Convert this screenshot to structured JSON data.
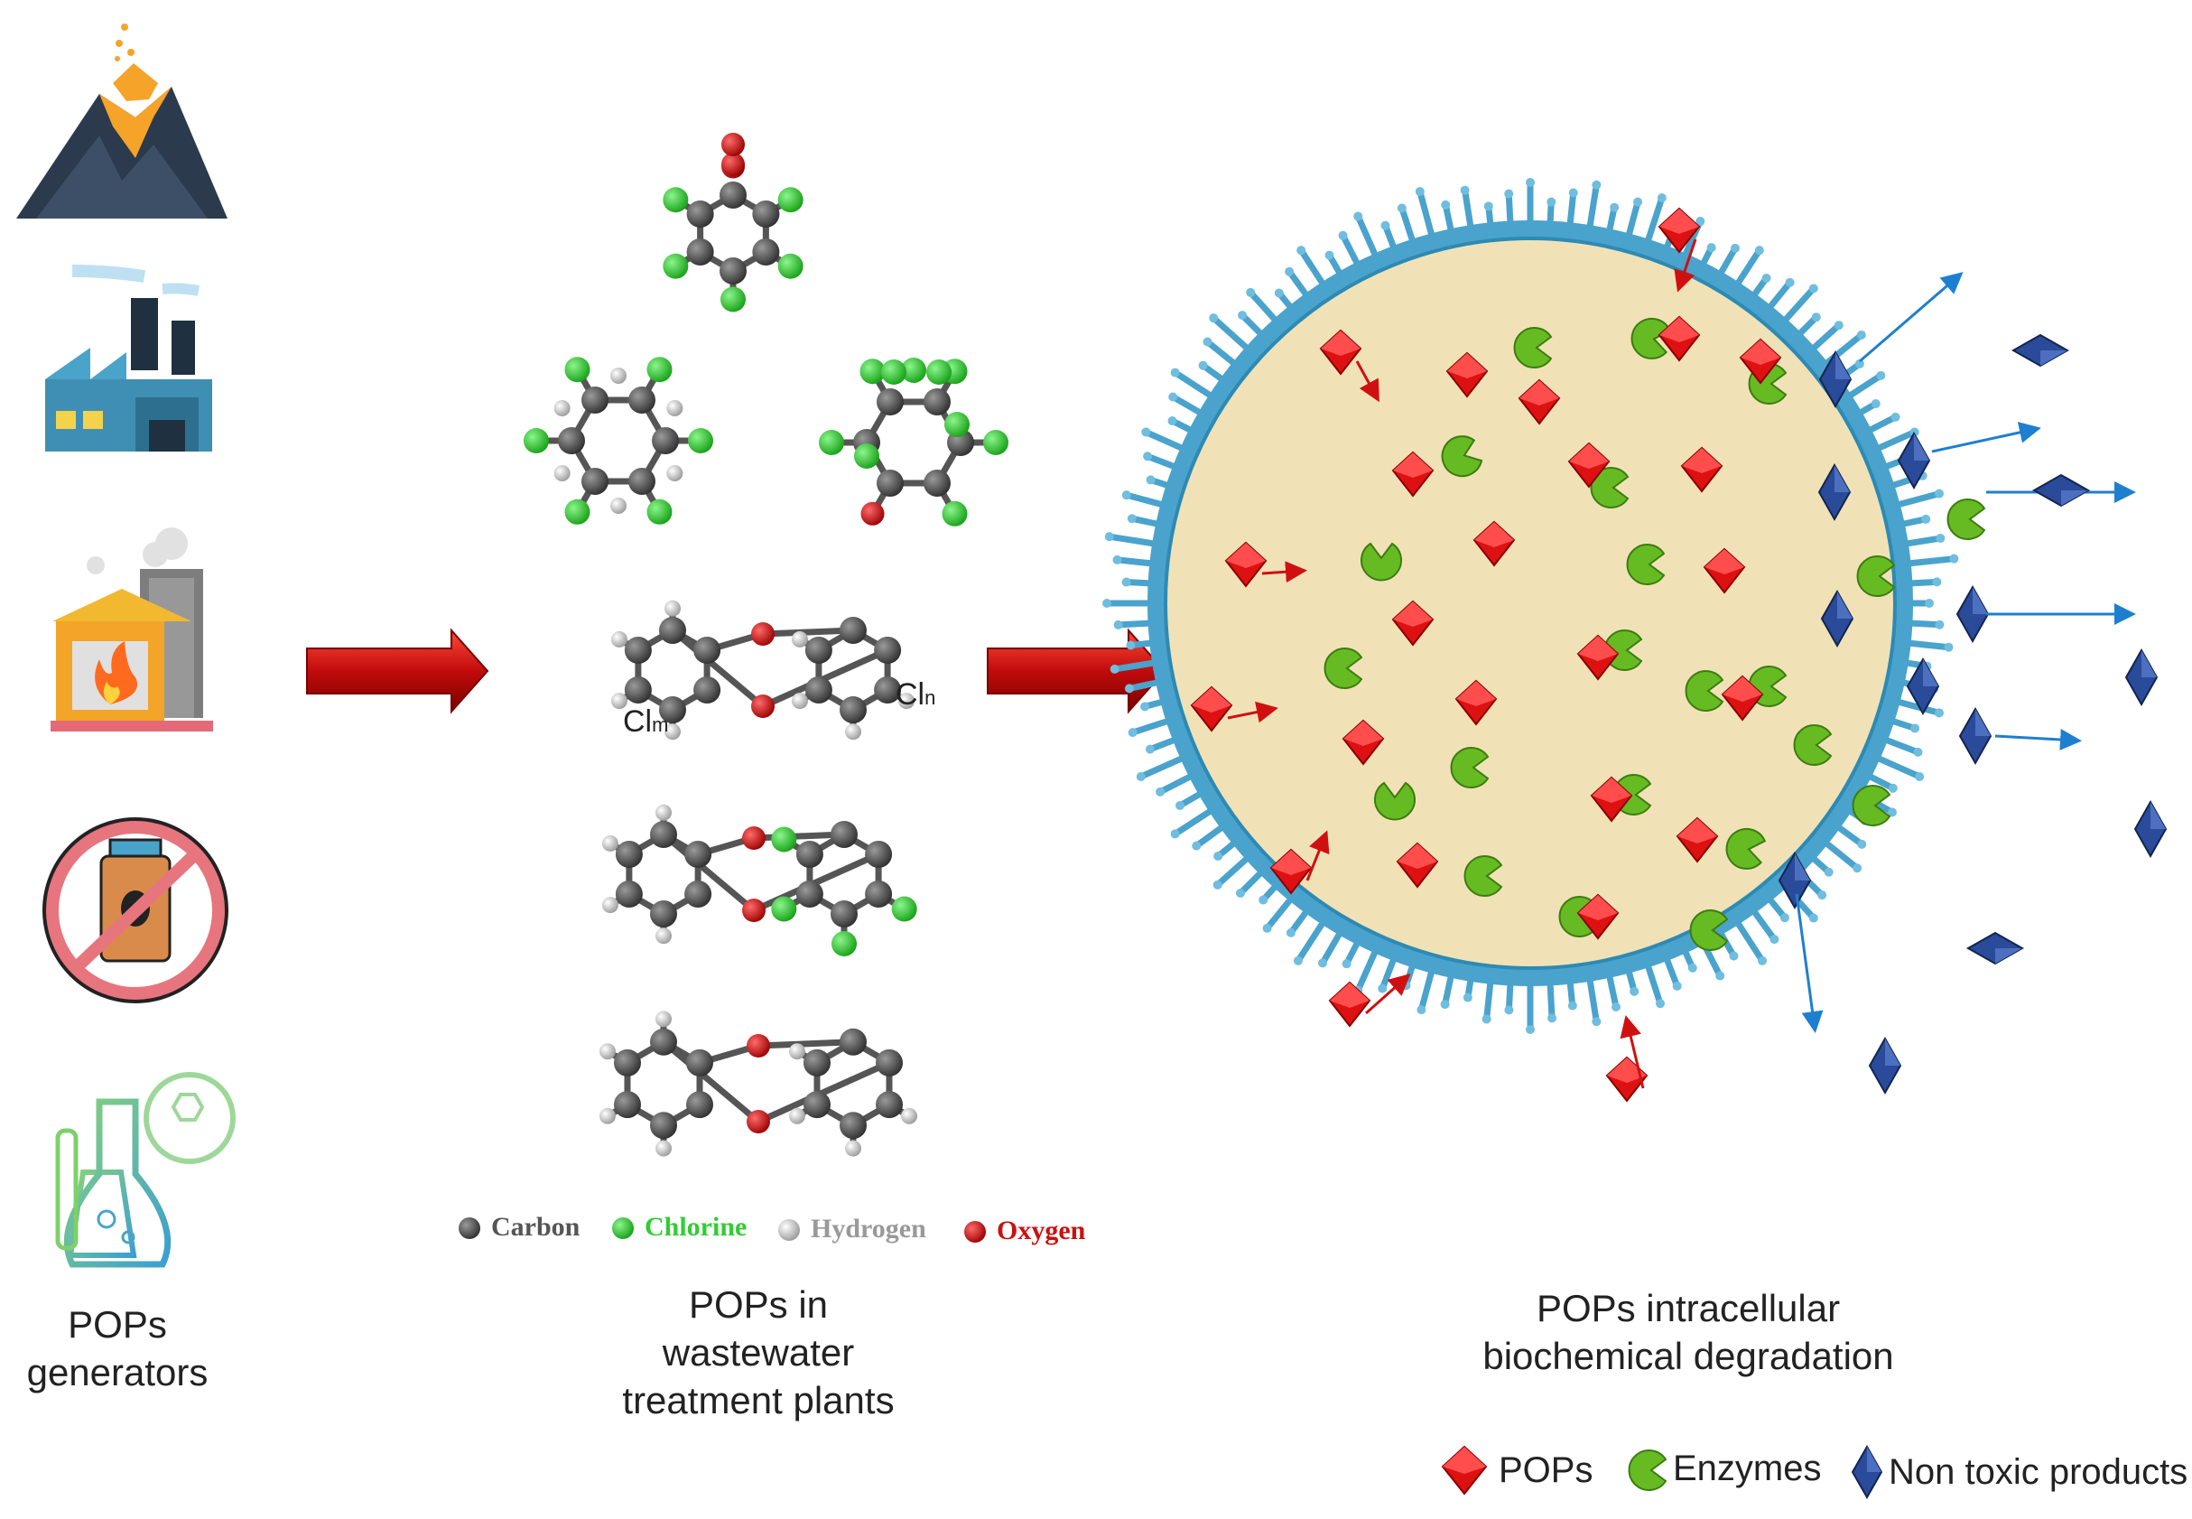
{
  "captions": {
    "generators": [
      "POPs",
      "generators"
    ],
    "wastewater": [
      "POPs in",
      "wastewater",
      "treatment plants"
    ],
    "degradation": [
      "POPs intracellular",
      "biochemical degradation"
    ]
  },
  "chem_labels": {
    "cl_m": "Cl",
    "cl_m_sub": "m",
    "cl_n": "Cl",
    "cl_n_sub": "n"
  },
  "atom_legend": [
    {
      "label": "Carbon",
      "color": "#555555"
    },
    {
      "label": "Chlorine",
      "color": "#33cc33"
    },
    {
      "label": "Hydrogen",
      "color": "#999999"
    },
    {
      "label": "Oxygen",
      "color": "#cc1111"
    }
  ],
  "legend": [
    {
      "label": "POPs",
      "icon": "red-cube-icon",
      "color": "#dd1111"
    },
    {
      "label": "Enzymes",
      "icon": "green-pacman-icon",
      "color": "#66bb22"
    },
    {
      "label": "Non toxic products",
      "icon": "blue-diamond-icon",
      "color": "#2a4a9a"
    }
  ],
  "generator_icons": [
    "volcano-icon",
    "factory-icon",
    "incinerator-icon",
    "banned-pesticide-icon",
    "chemistry-lab-icon"
  ],
  "colors": {
    "arrow": "#c81010",
    "cell_fill": "#f0e2b6",
    "membrane": "#4aa3cc",
    "pop": "#dd1111",
    "enzyme": "#66bb22",
    "product": "#2a4a9a",
    "export_arrow": "#1e7fd0"
  }
}
